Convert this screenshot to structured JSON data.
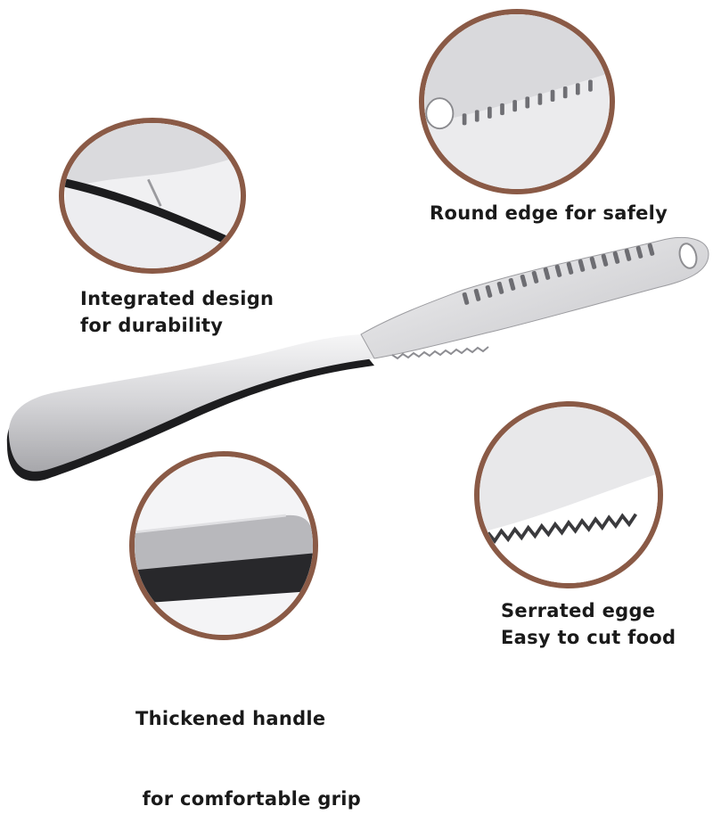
{
  "callouts": [
    {
      "id": "integrated",
      "lines": [
        "Integrated design",
        "for durability"
      ]
    },
    {
      "id": "round-edge",
      "lines": [
        "Round edge for safely"
      ]
    },
    {
      "id": "serrated",
      "lines": [
        "Serrated egge",
        "Easy to cut food"
      ]
    },
    {
      "id": "handle",
      "lines": [
        "Thickened handle",
        " for comfortable grip"
      ]
    }
  ],
  "colors": {
    "circle_border": "#8a5a46",
    "steel_light": "#e6e6e8",
    "steel_mid": "#b9b9bd",
    "steel_dark": "#2a2a2c",
    "text": "#1a1a1a"
  }
}
